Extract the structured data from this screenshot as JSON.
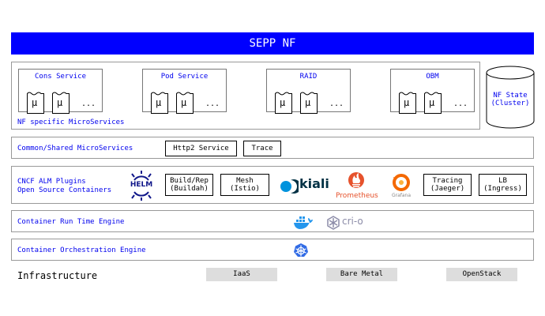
{
  "header": {
    "title": "SEPP NF"
  },
  "nf_specific": {
    "label": "NF specific MicroServices",
    "services": [
      {
        "title": "Cons Service",
        "micro": "µ",
        "more": "..."
      },
      {
        "title": "Pod Service",
        "micro": "µ",
        "more": "..."
      },
      {
        "title": "RAID",
        "micro": "µ",
        "more": "..."
      },
      {
        "title": "OBM",
        "micro": "µ",
        "more": "..."
      }
    ]
  },
  "nf_state": {
    "line1": "NF State",
    "line2": "(Cluster)"
  },
  "common": {
    "label": "Common/Shared MicroServices",
    "boxes": [
      "Http2 Service",
      "Trace"
    ]
  },
  "cncf": {
    "label_line1": "CNCF ALM Plugins",
    "label_line2": "Open Source Containers",
    "build": "Build/Rep\n(Buildah)",
    "mesh": "Mesh\n(Istio)",
    "tracing": "Tracing\n(Jaeger)",
    "lb": "LB\n(Ingress)",
    "logos": {
      "helm": "HELM",
      "kiali": "kiali",
      "prometheus": "Prometheus",
      "grafana": "Grafana"
    }
  },
  "runtime": {
    "label": "Container Run Time Engine",
    "crio": "cri-o"
  },
  "orchestration": {
    "label": "Container Orchestration Engine"
  },
  "infrastructure": {
    "label": "Infrastructure",
    "items": [
      "IaaS",
      "Bare Metal",
      "OpenStack"
    ]
  },
  "colors": {
    "header_bg": "#0000ff",
    "label_blue": "#0000ee",
    "prometheus": "#e6522c",
    "grafana": "#f46800",
    "kiali": "#013144",
    "docker": "#2496ed",
    "helm": "#0f1689"
  }
}
